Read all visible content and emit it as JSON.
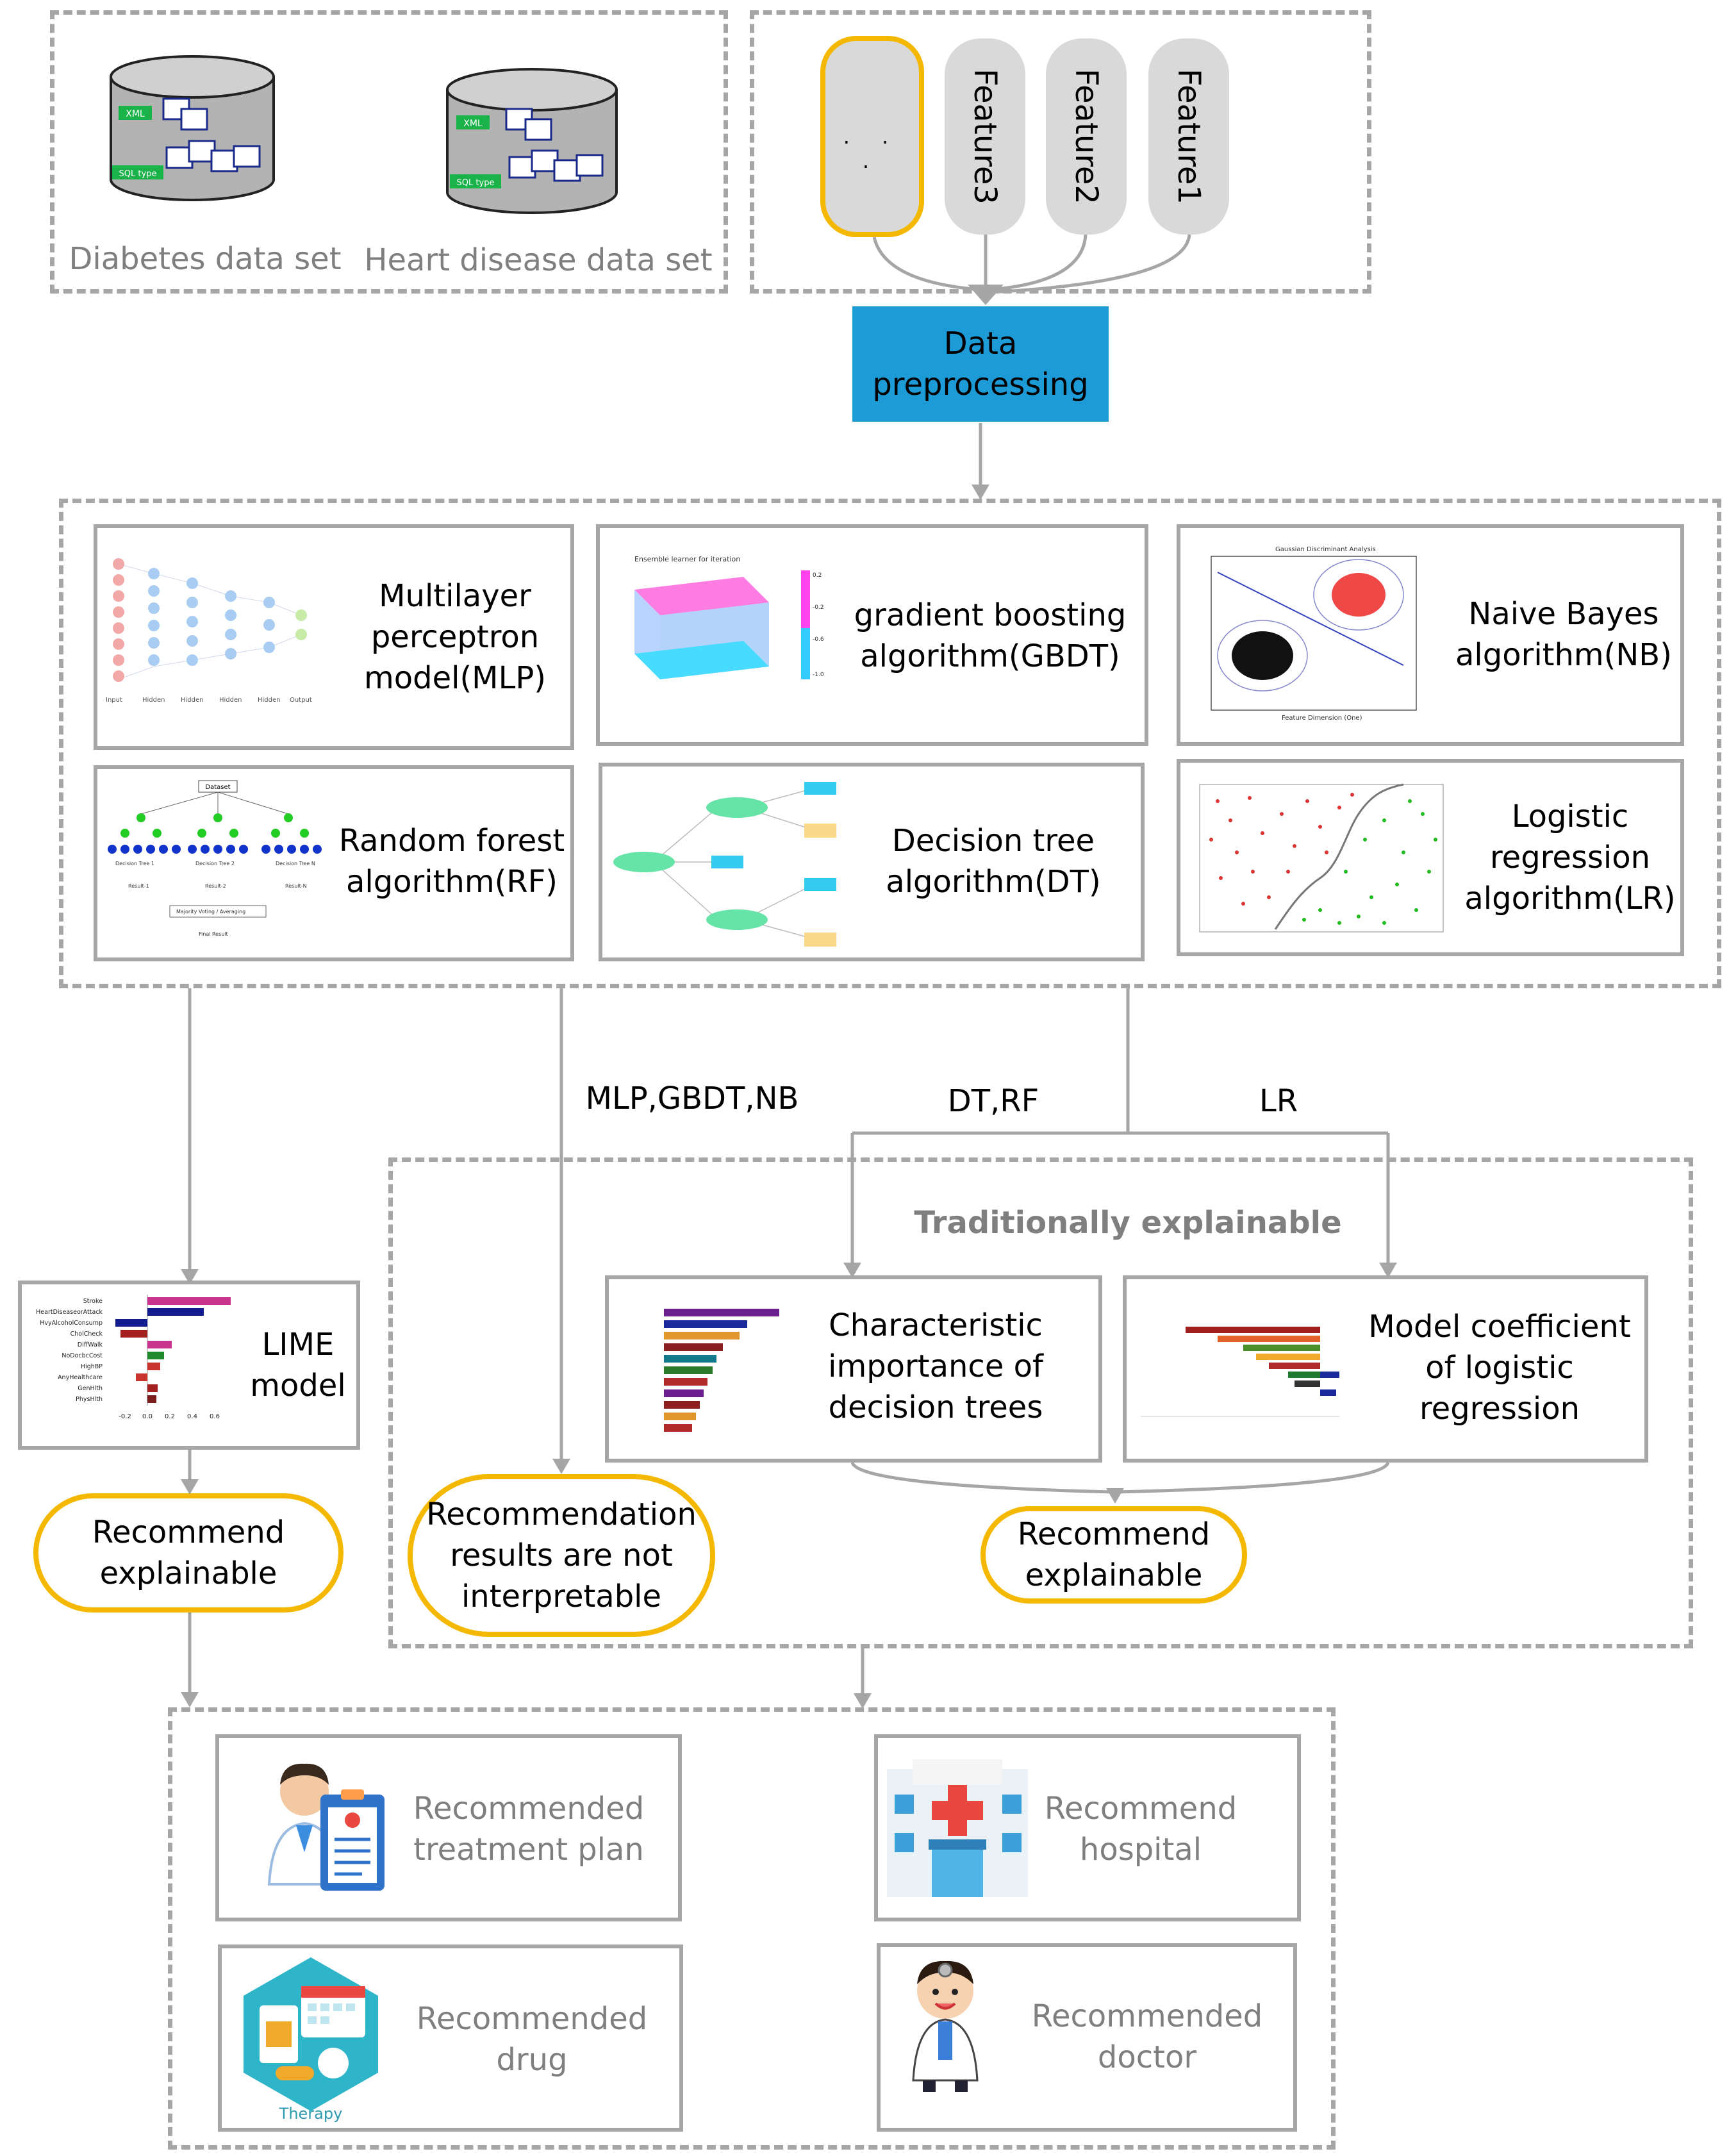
{
  "datasets": {
    "diabetes_label": "Diabetes data set",
    "heart_label": "Heart disease data set",
    "db_tag_xml": "XML",
    "db_tag_sql": "SQL type"
  },
  "features": {
    "ellipsis": ". . .",
    "items": [
      "Feature3",
      "Feature2",
      "Feature1"
    ]
  },
  "preprocessing": {
    "label": "Data\npreprocessing"
  },
  "models": {
    "mlp": "Multilayer\nperceptron\nmodel(MLP)",
    "gbdt": "gradient boosting\nalgorithm(GBDT)",
    "nb": "Naive Bayes\nalgorithm(NB)",
    "rf": "Random forest\nalgorithm(RF)",
    "dt": "Decision tree\nalgorithm(DT)",
    "lr": "Logistic\nregression\nalgorithm(LR)"
  },
  "branches": {
    "mlp_gbdt_nb": "MLP,GBDT,NB",
    "dt_rf": "DT,RF",
    "lr": "LR"
  },
  "traditional": {
    "title": "Traditionally explainable",
    "dt_importance": "Characteristic\nimportance of\ndecision trees",
    "lr_coef": "Model coefficient\nof logistic\nregression",
    "result": "Recommend\nexplainable"
  },
  "lime": {
    "label": "LIME\nmodel",
    "result": "Recommend\nexplainable",
    "features": [
      "Stroke",
      "HeartDiseaseorAttack",
      "HvyAlcoholConsump",
      "CholCheck",
      "DiffWalk",
      "NoDocbcCost",
      "HighBP",
      "AnyHealthcare",
      "GenHlth",
      "PhysHlth"
    ],
    "ticks": [
      "-0.2",
      "0.0",
      "0.2",
      "0.4",
      "0.6"
    ]
  },
  "not_interpretable": {
    "label": "Recommendation\nresults are not\ninterpretable"
  },
  "recommendations": {
    "treatment": "Recommended\ntreatment plan",
    "hospital": "Recommend\nhospital",
    "drug": "Recommended\ndrug",
    "doctor": "Recommended\ndoctor",
    "therapy_caption": "Therapy"
  },
  "colors": {
    "dash": "#a6a6a6",
    "preprocessing_bg": "#1d9bd7",
    "highlight_oval": "#f5b800",
    "pill": "#d9d9d9"
  }
}
